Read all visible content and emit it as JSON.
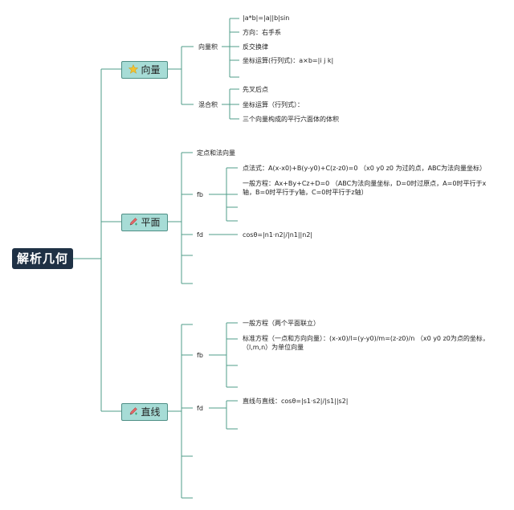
{
  "root": "解析几何",
  "colors": {
    "line": "#4f9c8a",
    "root_bg": "#1f3145",
    "topic_bg": "#a7dcd6"
  },
  "topics": {
    "vector": {
      "label": "向量",
      "icon": "star-icon",
      "cross": {
        "label": "向量积",
        "items": [
          "|a*b|=|a||b|sin",
          "方向：右手系",
          "反交换律",
          "坐标运算(行列式)：a×b=|i j k|"
        ]
      },
      "mixed": {
        "label": "混合积",
        "items": [
          "先叉后点",
          "坐标运算（行列式）：",
          "三个向量构成的平行六面体的体积"
        ]
      }
    },
    "plane": {
      "label": "平面",
      "icon": "pencil-icon",
      "fixed_point": "定点和法向量",
      "fb": {
        "label": "fb",
        "items": [
          "点法式：A(x-x0)+B(y-y0)+C(z-z0)=0 （x0 y0 z0 为过的点，ABC为法向量坐标）",
          "一般方程：Ax+By+Cz+D=0 （ABC为法向量坐标，D=0时过原点，A=0时平行于x轴，B=0时平行于y轴，C=0时平行于z轴）"
        ]
      },
      "fd": {
        "label": "fd",
        "items": [
          "cosθ=|n1·n2|/|n1||n2|"
        ]
      }
    },
    "line": {
      "label": "直线",
      "icon": "pencil-icon",
      "fb": {
        "label": "fb",
        "items": [
          "一般方程（两个平面联立）",
          "标准方程（一点和方向向量）：(x-x0)/l=(y-y0)/m=(z-z0)/n （x0 y0 z0为点的坐标，（l,m,n）为单位向量"
        ]
      },
      "fd": {
        "label": "fd",
        "items": [
          "直线与直线：cosθ=|s1·s2|/|s1||s2|"
        ]
      }
    }
  }
}
